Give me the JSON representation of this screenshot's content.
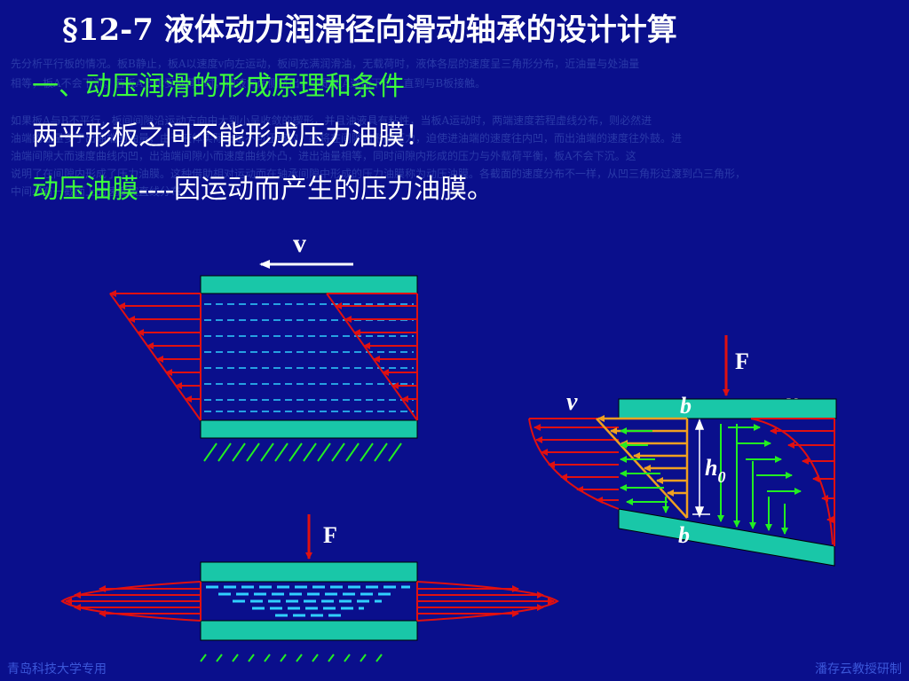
{
  "title": "§12-7  液体动力润滑径向滑动轴承的设计计算",
  "background_text": [
    "先分析平行板的情况。板B静止，板A以速度v向左运动，板间充满润滑油，无载荷时，液体各层的速度呈三角形分布，近油量与处油量",
    "相等，板A不会下沉。若板A上承受载荷F时，油液向两侧挤出，于是板A逐渐下沉，直到与B板接触。",
    "如果板A与B不平行，板间间隙沿运动方向由大到小呈收敛的楔形，并且油液具有粘性，当板A运动时，两端速度若程虚线分布，则必然进",
    "油端的油量多于出油端的油量，由于液体实际上是不可压缩的，必将在间隙内形成压力，迫使进油端的速度往内凹，而出油端的速度往外鼓。进",
    "油端间隙大而速度曲线内凹，出油端间隙小而速度曲线外凸，进出油量相等，同时间隙内形成的压力与外载荷平衡，板A不会下沉。这",
    "说明了在间隙内形成了压力油膜。这种借助相对运动而在轴承间隙中形成的压力油膜称为动压油膜。各截面的速度分布不一样，从凹三角形过渡到凸三角形，",
    "中间必有一截面上的速度按直线分布。"
  ],
  "heading": "一、动压润滑的形成原理和条件",
  "statement": "两平形板之间不能形成压力油膜！",
  "definition": {
    "term": "动压油膜",
    "dash": "----",
    "text": "因运动而产生的压力油膜。"
  },
  "labels": {
    "v_top": "v",
    "F_bottom": "F",
    "F_wedge": "F",
    "v_left": "v",
    "v_right": "v",
    "b_top": "b",
    "b_bottom": "b",
    "h0": "h",
    "h0_sub": "0"
  },
  "footer_left": "青岛科技大学专用",
  "footer_right": "潘存云教授研制",
  "colors": {
    "background": "#0a0f8c",
    "title": "#ffffff",
    "heading": "#3cff3c",
    "plate": "#19c7a8",
    "arrow_red": "#e01010",
    "arrow_green": "#22ee22",
    "arrow_orange": "#f0a020",
    "oil_dash": "#30d0ff"
  }
}
